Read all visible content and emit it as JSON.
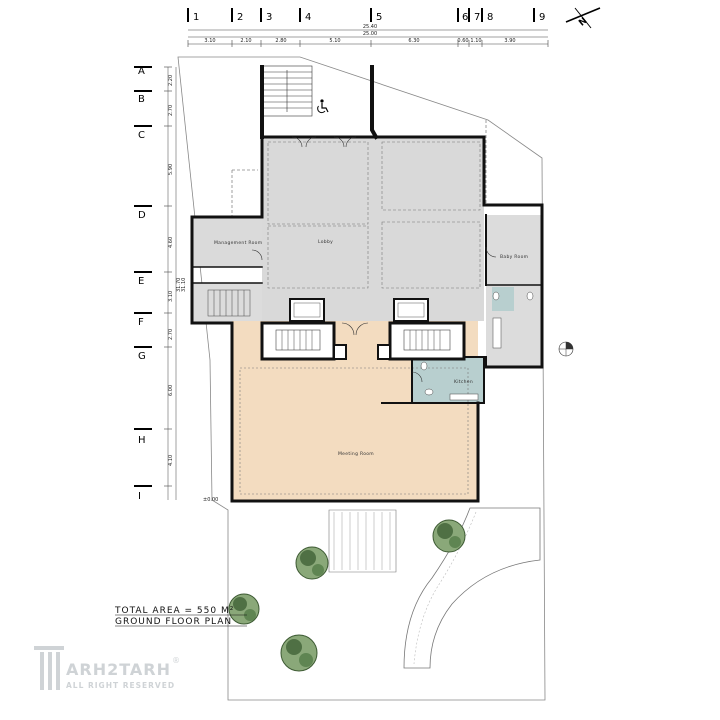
{
  "grid": {
    "columns": [
      "1",
      "2",
      "3",
      "4",
      "5",
      "6",
      "7",
      "8",
      "9"
    ],
    "rows": [
      "A",
      "B",
      "C",
      "D",
      "E",
      "F",
      "G",
      "H",
      "I"
    ],
    "overall_dims": [
      "25.40",
      "25.00"
    ],
    "column_dims": [
      "3.10",
      "2.10",
      "2.80",
      "5.10",
      "6.30",
      "0.60",
      "1.10",
      "3.90"
    ],
    "row_dims": [
      "2.20",
      "2.70",
      "5.90",
      "4.60",
      "3.10",
      "2.70",
      "6.00",
      "4.10"
    ],
    "row_total_dims": [
      "31.70",
      "31.10"
    ]
  },
  "rooms": {
    "management": "Management Room",
    "lobby": "Lobby",
    "baby": "Baby Room",
    "kitchen": "Kitchen",
    "meeting": "Meeting Room"
  },
  "north": "N",
  "level_mark": "±0.00",
  "footer": {
    "area": "TOTAL AREA = 550 M²",
    "plan": "GROUND FLOOR PLAN"
  },
  "logo": {
    "name": "ARH2TARH",
    "tagline": "ALL RIGHT RESERVED",
    "reg": "®"
  },
  "colors": {
    "lobby": "#d9d9d9",
    "meeting": "#f3dcc0",
    "service": "#b8cfcf",
    "wall": "#111111"
  }
}
